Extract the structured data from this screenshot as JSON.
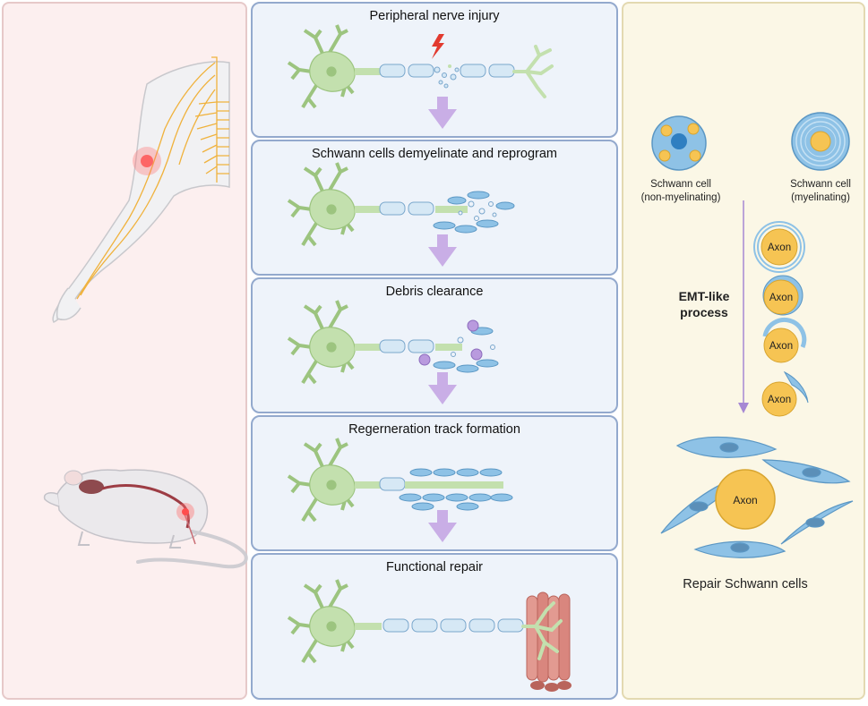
{
  "panels": [
    {
      "title": "Peripheral nerve injury"
    },
    {
      "title": "Schwann cells demyelinate and reprogram"
    },
    {
      "title": "Debris clearance"
    },
    {
      "title": "Regerneration track formation"
    },
    {
      "title": "Functional repair"
    }
  ],
  "right": {
    "nonmyelinating_label": [
      "Schwann cell",
      "(non-myelinating)"
    ],
    "myelinating_label": [
      "Schwann cell",
      "(myelinating)"
    ],
    "process_label": [
      "EMT-like",
      "process"
    ],
    "axon_label": "Axon",
    "repair_label": "Repair Schwann cells"
  },
  "colors": {
    "neuron": "#c3e0ae",
    "myelin": "#cfe4f4",
    "schwann": "#8ec2e6",
    "axon": "#f6c453",
    "arrow": "#c9aee6",
    "muscle": "#d9867e",
    "highlight": "#ff5a5a"
  }
}
